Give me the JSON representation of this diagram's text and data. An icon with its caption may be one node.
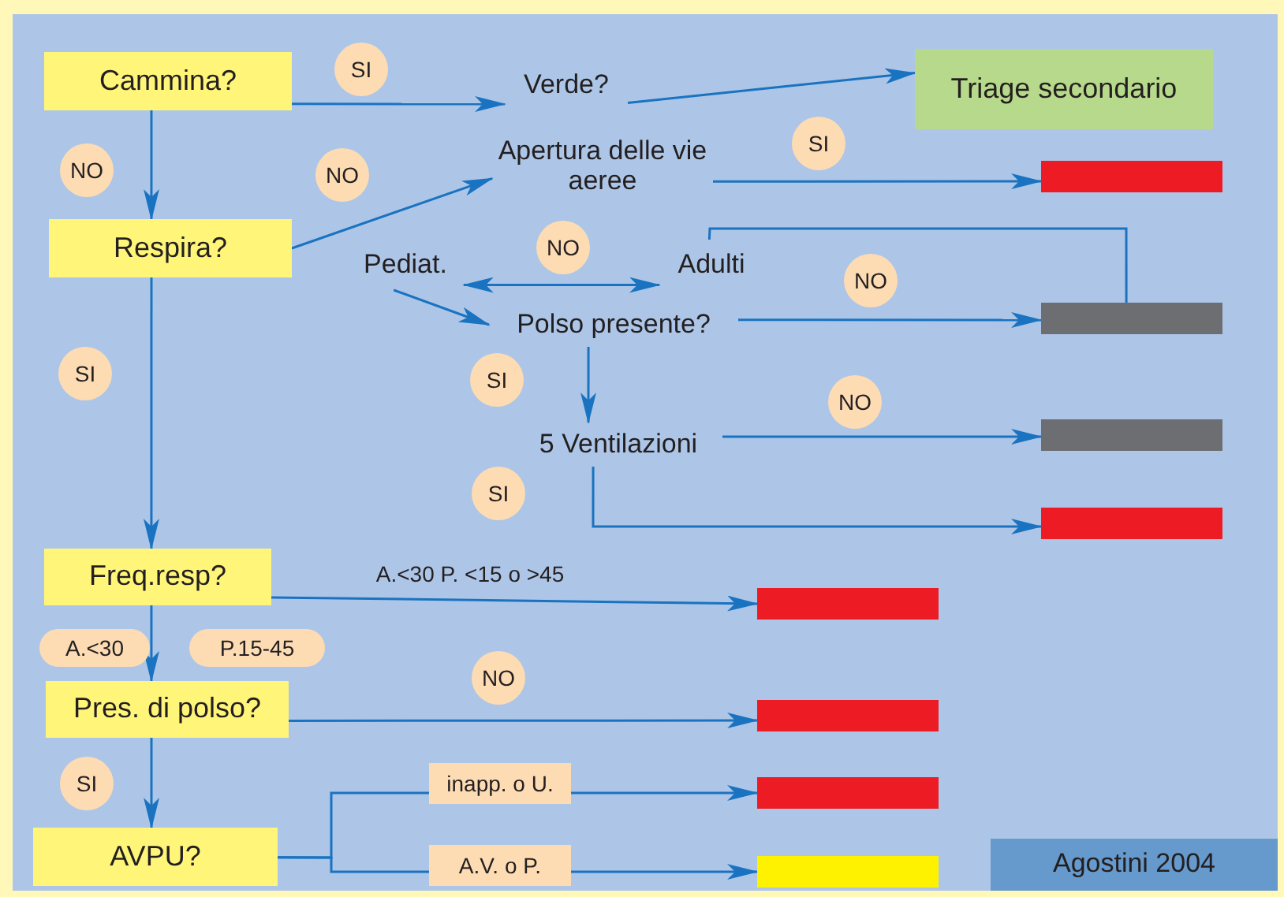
{
  "diagram": {
    "nodes": [
      {
        "text": [
          "Cammina?"
        ]
      },
      {
        "text": [
          "Verde?"
        ]
      },
      {
        "text": [
          "Triage secondario"
        ]
      },
      {
        "text": [
          "Respira?"
        ]
      },
      {
        "text": [
          "Apertura delle vie aeree"
        ]
      },
      {
        "text": [],
        "shape": "bar"
      },
      {
        "text": [
          "Pediat."
        ]
      },
      {
        "text": [
          "Adulti"
        ]
      },
      {
        "text": [
          "Polso presente?"
        ]
      },
      {
        "text": [],
        "shape": "bar"
      },
      {
        "text": [
          "5 Ventilazioni"
        ]
      },
      {
        "text": [],
        "shape": "bar"
      },
      {
        "text": [],
        "shape": "bar"
      },
      {
        "text": [
          "Freq.resp?"
        ]
      },
      {
        "text": [],
        "shape": "bar"
      },
      {
        "text": [
          "Pres. di polso?"
        ]
      },
      {
        "text": [],
        "shape": "bar"
      },
      {
        "text": [
          "AVPU?"
        ]
      },
      {
        "text": [],
        "shape": "bar"
      },
      {
        "text": [],
        "shape": "bar"
      },
      {
        "text": [
          "Agostini 2004"
        ]
      }
    ],
    "edges": [
      {
        "from": 0,
        "to": 1,
        "arrow": "to",
        "label": "SI"
      },
      {
        "from": 1,
        "to": 2,
        "arrow": "to"
      },
      {
        "from": 0,
        "to": 3,
        "arrow": "to",
        "label": "NO"
      },
      {
        "from": 3,
        "to": 4,
        "arrow": "to",
        "label": "NO"
      },
      {
        "from": 4,
        "to": 5,
        "arrow": "to",
        "label": "SI"
      },
      {
        "from": 6,
        "to": 7,
        "arrow": "both",
        "label": "NO"
      },
      {
        "from": 6,
        "to": 8,
        "arrow": "to"
      },
      {
        "from": 7,
        "to": 9,
        "arrow": "none"
      },
      {
        "from": 8,
        "to": 9,
        "arrow": "to",
        "label": "NO"
      },
      {
        "from": 8,
        "to": 10,
        "arrow": "to",
        "label": "SI"
      },
      {
        "from": 10,
        "to": 11,
        "arrow": "to",
        "label": "NO"
      },
      {
        "from": 10,
        "to": 12,
        "arrow": "to",
        "label": "SI"
      },
      {
        "from": 3,
        "to": 13,
        "arrow": "to",
        "label": "SI"
      },
      {
        "from": 13,
        "to": 14,
        "arrow": "to",
        "label": "A.<30 P. <15 o >45"
      },
      {
        "from": 13,
        "to": 15,
        "arrow": "to"
      },
      {
        "from": 15,
        "to": 16,
        "arrow": "to",
        "label": "NO"
      },
      {
        "from": 15,
        "to": 17,
        "arrow": "to",
        "label": "SI"
      },
      {
        "from": 17,
        "to": 18,
        "arrow": "to",
        "label": "inapp. o U."
      },
      {
        "from": 17,
        "to": 19,
        "arrow": "to",
        "label": "A.V. o P."
      }
    ],
    "labels": [
      "A.<30",
      "P.15-45"
    ]
  }
}
